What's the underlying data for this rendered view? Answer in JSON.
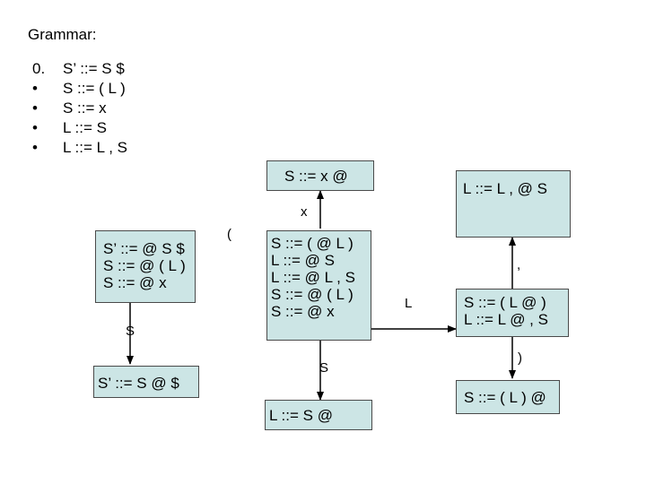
{
  "title": "Grammar:",
  "grammar": [
    {
      "marker": "0.",
      "rule": "S’ ::= S $"
    },
    {
      "marker": "•",
      "rule": "S ::= ( L )"
    },
    {
      "marker": "•",
      "rule": "S ::= x"
    },
    {
      "marker": "•",
      "rule": "L ::= S"
    },
    {
      "marker": "•",
      "rule": "L ::= L , S"
    }
  ],
  "states": {
    "start": [
      "S’ ::= @ S $",
      "S ::= @ ( L )",
      "S ::= @ x"
    ],
    "accept": [
      "S’ ::= S @ $"
    ],
    "shift_x": [
      "S ::= x @"
    ],
    "shift_paren": [
      "S ::= ( @ L )",
      "L ::= @ S",
      "L ::= @ L , S",
      "S ::= @ ( L )",
      "S ::= @ x"
    ],
    "reduce_ls": [
      "L ::= S @"
    ],
    "comma": [
      "L ::= L , @ S"
    ],
    "after_l": [
      "S ::= ( L @ )",
      "L ::= L @ , S"
    ],
    "close": [
      "S ::= ( L ) @"
    ]
  },
  "edges": {
    "s": "S",
    "lparen": "(",
    "x": "x",
    "s2": "S",
    "l": "L",
    "comma": ",",
    "rparen": ")"
  },
  "colors": {
    "state_fill": "#cce5e5",
    "edge": "#000000"
  }
}
